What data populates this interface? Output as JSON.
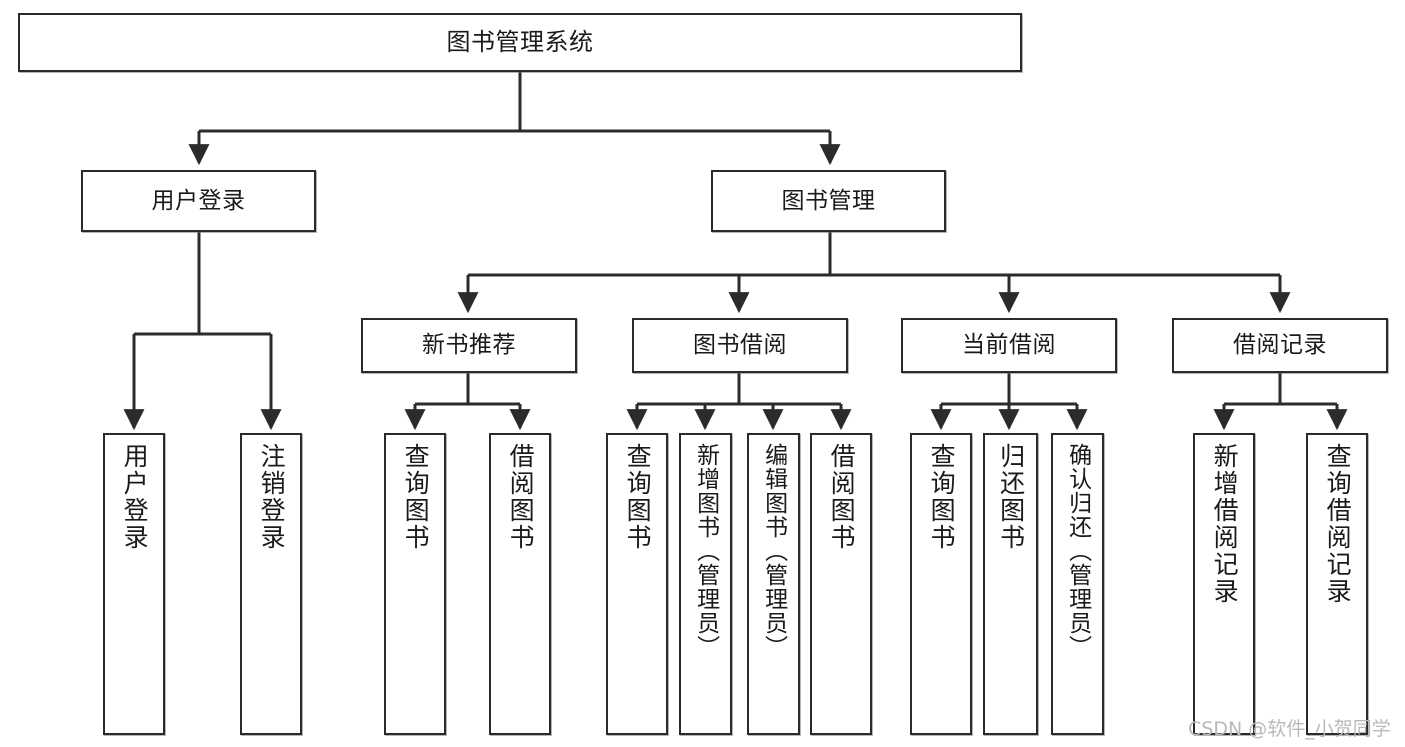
{
  "diagram": {
    "type": "tree",
    "title": "图书管理系统",
    "watermark": "CSDN @软件_小贺同学",
    "nodes": {
      "root": {
        "label": "图书管理系统"
      },
      "level2": [
        {
          "id": "user-login",
          "label": "用户登录"
        },
        {
          "id": "book-manage",
          "label": "图书管理"
        }
      ],
      "level3": [
        {
          "id": "new-book-recommend",
          "label": "新书推荐"
        },
        {
          "id": "book-borrow",
          "label": "图书借阅"
        },
        {
          "id": "current-borrow",
          "label": "当前借阅"
        },
        {
          "id": "borrow-record",
          "label": "借阅记录"
        }
      ],
      "leaves": {
        "user_login": [
          {
            "id": "leaf-user-login",
            "label": "用户登录"
          },
          {
            "id": "leaf-user-logout",
            "label": "注销登录"
          }
        ],
        "new_book_recommend": [
          {
            "id": "leaf-query-book-1",
            "label": "查询图书"
          },
          {
            "id": "leaf-borrow-book-1",
            "label": "借阅图书"
          }
        ],
        "book_borrow": [
          {
            "id": "leaf-query-book-2",
            "label": "查询图书"
          },
          {
            "id": "leaf-add-book",
            "label": "新增图书（管理员）"
          },
          {
            "id": "leaf-edit-book",
            "label": "编辑图书（管理员）"
          },
          {
            "id": "leaf-borrow-book-2",
            "label": "借阅图书"
          }
        ],
        "current_borrow": [
          {
            "id": "leaf-query-book-3",
            "label": "查询图书"
          },
          {
            "id": "leaf-return-book",
            "label": "归还图书"
          },
          {
            "id": "leaf-confirm-return",
            "label": "确认归还（管理员）"
          }
        ],
        "borrow_record": [
          {
            "id": "leaf-add-record",
            "label": "新增借阅记录"
          },
          {
            "id": "leaf-query-record",
            "label": "查询借阅记录"
          }
        ]
      }
    },
    "colors": {
      "box_border": "#2b2b2b",
      "box_fill": "#ffffff",
      "text": "#1a1a1a",
      "edge": "#2b2b2b",
      "watermark": "#b9b9b9"
    }
  }
}
